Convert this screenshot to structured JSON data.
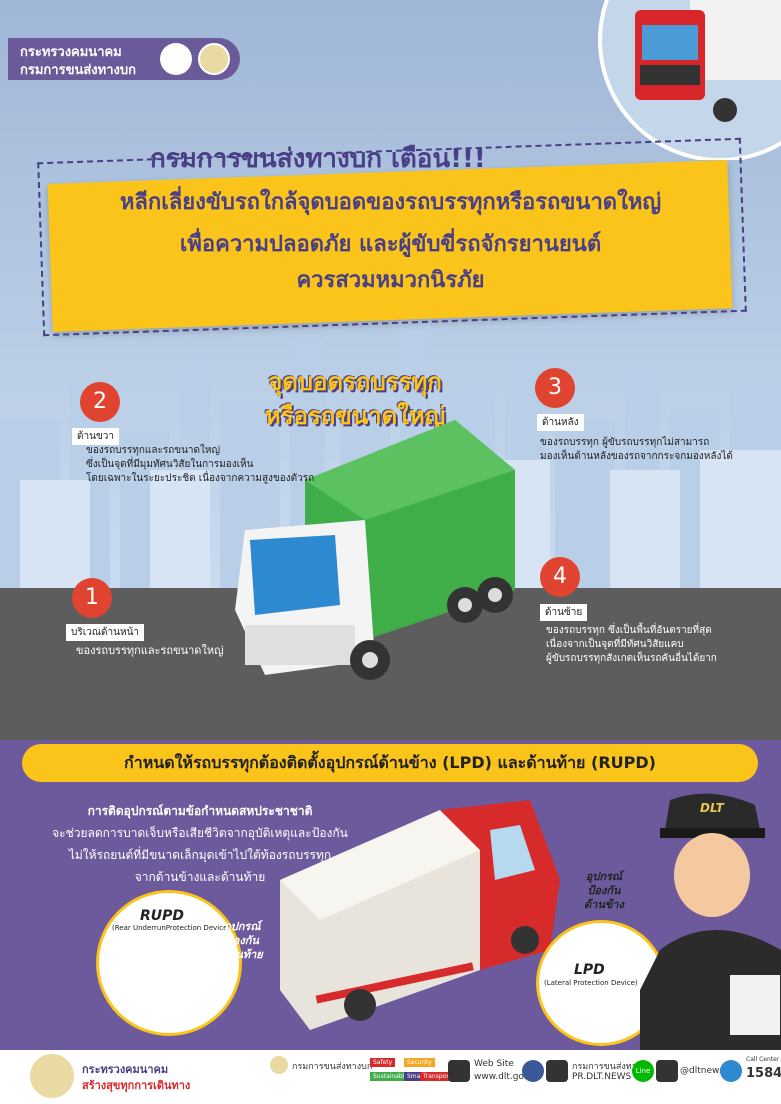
{
  "header": {
    "ministry_line1": "กระทรวงคมนาคม",
    "ministry_line2": "กรมการขนส่งทางบก",
    "headline": "กรมการขนส่งทางบก เตือน!!!"
  },
  "banner": {
    "line1": "หลีกเลี่ยงขับรถใกล้จุดบอดของรถบรรทุกหรือรถขนาดใหญ่",
    "line2": "เพื่อความปลอดภัย และผู้ขับขี่รถจักรยานยนต์",
    "line3": "ควรสวมหมวกนิรภัย"
  },
  "blind_spot": {
    "title_line1": "จุดบอดรถบรรทุก",
    "title_line2": "หรือรถขนาดใหญ่",
    "spots": [
      {
        "number": "1",
        "label": "บริเวณด้านหน้า",
        "text": [
          "ของรถบรรทุกและรถขนาดใหญ่"
        ]
      },
      {
        "number": "2",
        "label": "ด้านขวา",
        "text": [
          "ของรถบรรทุกและรถขนาดใหญ่",
          "ซึ่งเป็นจุดที่มีมุมทัศนวิสัยในการมองเห็น",
          "โดยเฉพาะในระยะประชิด เนื่องจากความสูงของตัวรถ"
        ]
      },
      {
        "number": "3",
        "label": "ด้านหลัง",
        "text": [
          "ของรถบรรทุก ผู้ขับรถบรรทุกไม่สามารถ",
          "มองเห็นด้านหลังของรถจากกระจกมองหลังได้"
        ]
      },
      {
        "number": "4",
        "label": "ด้านซ้าย",
        "text": [
          "ของรถบรรทุก ซึ่งเป็นพื้นที่อันตรายที่สุด",
          "เนื่องจากเป็นจุดที่มีทัศนวิสัยแคบ",
          "ผู้ขับรถบรรทุกสังเกตเห็นรถคันอื่นได้ยาก"
        ]
      }
    ]
  },
  "lpd": {
    "bar_text": "กำหนดให้รถบรรทุกต้องติดตั้งอุปกรณ์ด้านข้าง (LPD) และด้านท้าย (RUPD)",
    "paragraph": [
      "การติดอุปกรณ์ตามข้อกำหนดสหประชาชาติ",
      "จะช่วยลดการบาดเจ็บหรือเสียชีวิตจากอุบัติเหตุและป้องกัน",
      "ไม่ให้รถยนต์ที่มีขนาดเล็กมุดเข้าไปใต้ท้องรถบรรทุก",
      "จากด้านข้างและด้านท้าย"
    ],
    "rupd_title": "RUPD",
    "rupd_sub": "(Rear UnderrunProtection Device)",
    "rupd_label": [
      "อุปกรณ์",
      "ป้องกัน",
      "ด้านท้าย"
    ],
    "lpd_title": "LPD",
    "lpd_sub": "(Lateral Protection Device)",
    "lpd_label": [
      "อุปกรณ์",
      "ป้องกัน",
      "ด้านข้าง"
    ],
    "cap_text": "DLT"
  },
  "footer": {
    "ministry": "กระทรวงคมนาคม",
    "slogan": "สร้างสุขทุกการเดินทาง",
    "dept_small": "กรมการขนส่งทางบก",
    "badges": [
      "Safety",
      "Security",
      "Sustainable",
      "Smart",
      "Transport"
    ],
    "website_label": "Web Site",
    "website": "www.dlt.go.th",
    "fb_name": "กรมการขนส่งทางบก",
    "fb_handle": "PR.DLT.NEWS",
    "line_label": "Line",
    "line_id": "@dltnews",
    "call_label": "Call Center",
    "call_number": "1584"
  },
  "colors": {
    "purple": "#4a3f86",
    "yellow": "#fbc41a",
    "red": "#e0432f",
    "truck_green": "#3fae49"
  }
}
